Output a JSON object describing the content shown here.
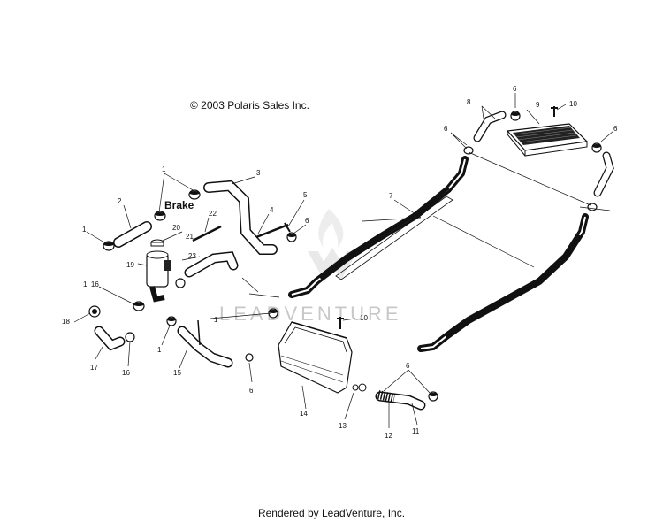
{
  "copyright": "© 2003 Polaris Sales Inc.",
  "footer": "Rendered by LeadVenture, Inc.",
  "watermark": "LEADVENTURE",
  "annotation": "Brake",
  "callouts": {
    "c1a": "1",
    "c1b": "1",
    "c1c": "1",
    "c1d": "1, 16",
    "c1e": "1",
    "c2": "2",
    "c3": "3",
    "c4": "4",
    "c5": "5",
    "c6a": "6",
    "c6b": "6",
    "c6c": "6",
    "c6d": "6",
    "c6e": "6",
    "c6f": "6",
    "c7": "7",
    "c8": "8",
    "c9": "9",
    "c10a": "10",
    "c10b": "10",
    "c11": "11",
    "c12": "12",
    "c13": "13",
    "c14": "14",
    "c15": "15",
    "c16": "16",
    "c17": "17",
    "c18": "18",
    "c19": "19",
    "c20": "20",
    "c21": "21",
    "c22": "22",
    "c23": "23"
  }
}
